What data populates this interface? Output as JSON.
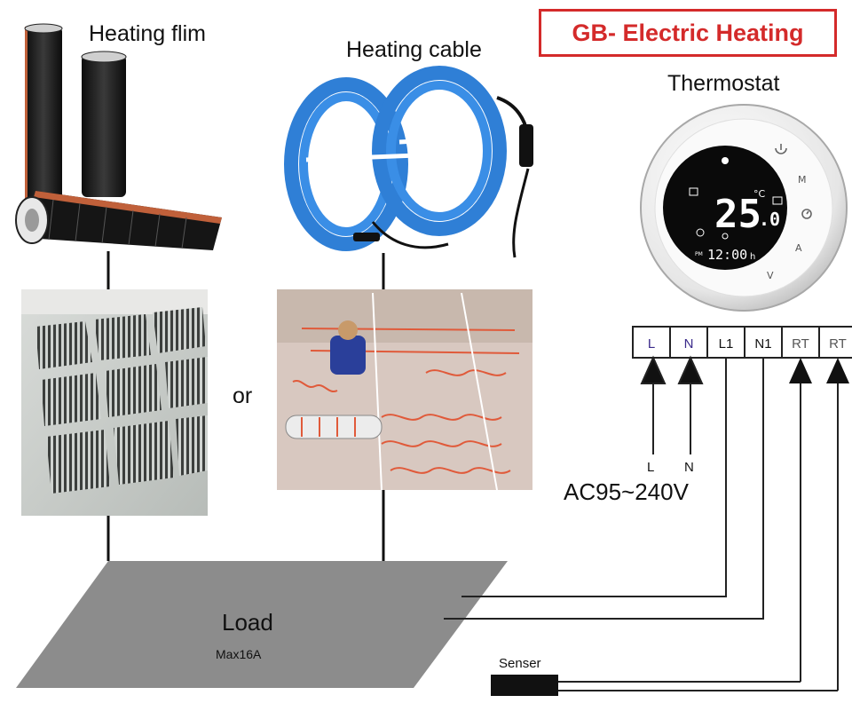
{
  "brand": {
    "label": "GB- Electric Heating",
    "color": "#d42a2a"
  },
  "products": {
    "heating_film": "Heating flim",
    "heating_cable": "Heating cable",
    "thermostat": "Thermostat"
  },
  "or_label": "or",
  "thermostat_display": {
    "temperature": "25",
    "decimal": ".0",
    "unit": "°C",
    "time": "12:00",
    "time_suffix": "h",
    "am_pm": "PM",
    "button_m": "M",
    "button_up": "A",
    "button_down": "V",
    "power_icon": "power-icon",
    "clock_icon": "clock-icon"
  },
  "terminals": [
    "L",
    "N",
    "L1",
    "N1",
    "RT",
    "RT"
  ],
  "terminal_colors": [
    "#3a2a8a",
    "#3a2a8a",
    "#111111",
    "#111111",
    "#555555",
    "#555555"
  ],
  "supply": {
    "labels": [
      "L",
      "N"
    ],
    "voltage": "AC95~240V"
  },
  "load": {
    "label": "Load",
    "rating": "Max16A",
    "color": "#8c8c8c"
  },
  "sensor": {
    "label": "Senser"
  },
  "colors": {
    "cable_blue": "#2f7fd6",
    "wire": "#2b2b2b",
    "film_black": "#1c1c1c",
    "mat_red": "#e05a3a"
  }
}
